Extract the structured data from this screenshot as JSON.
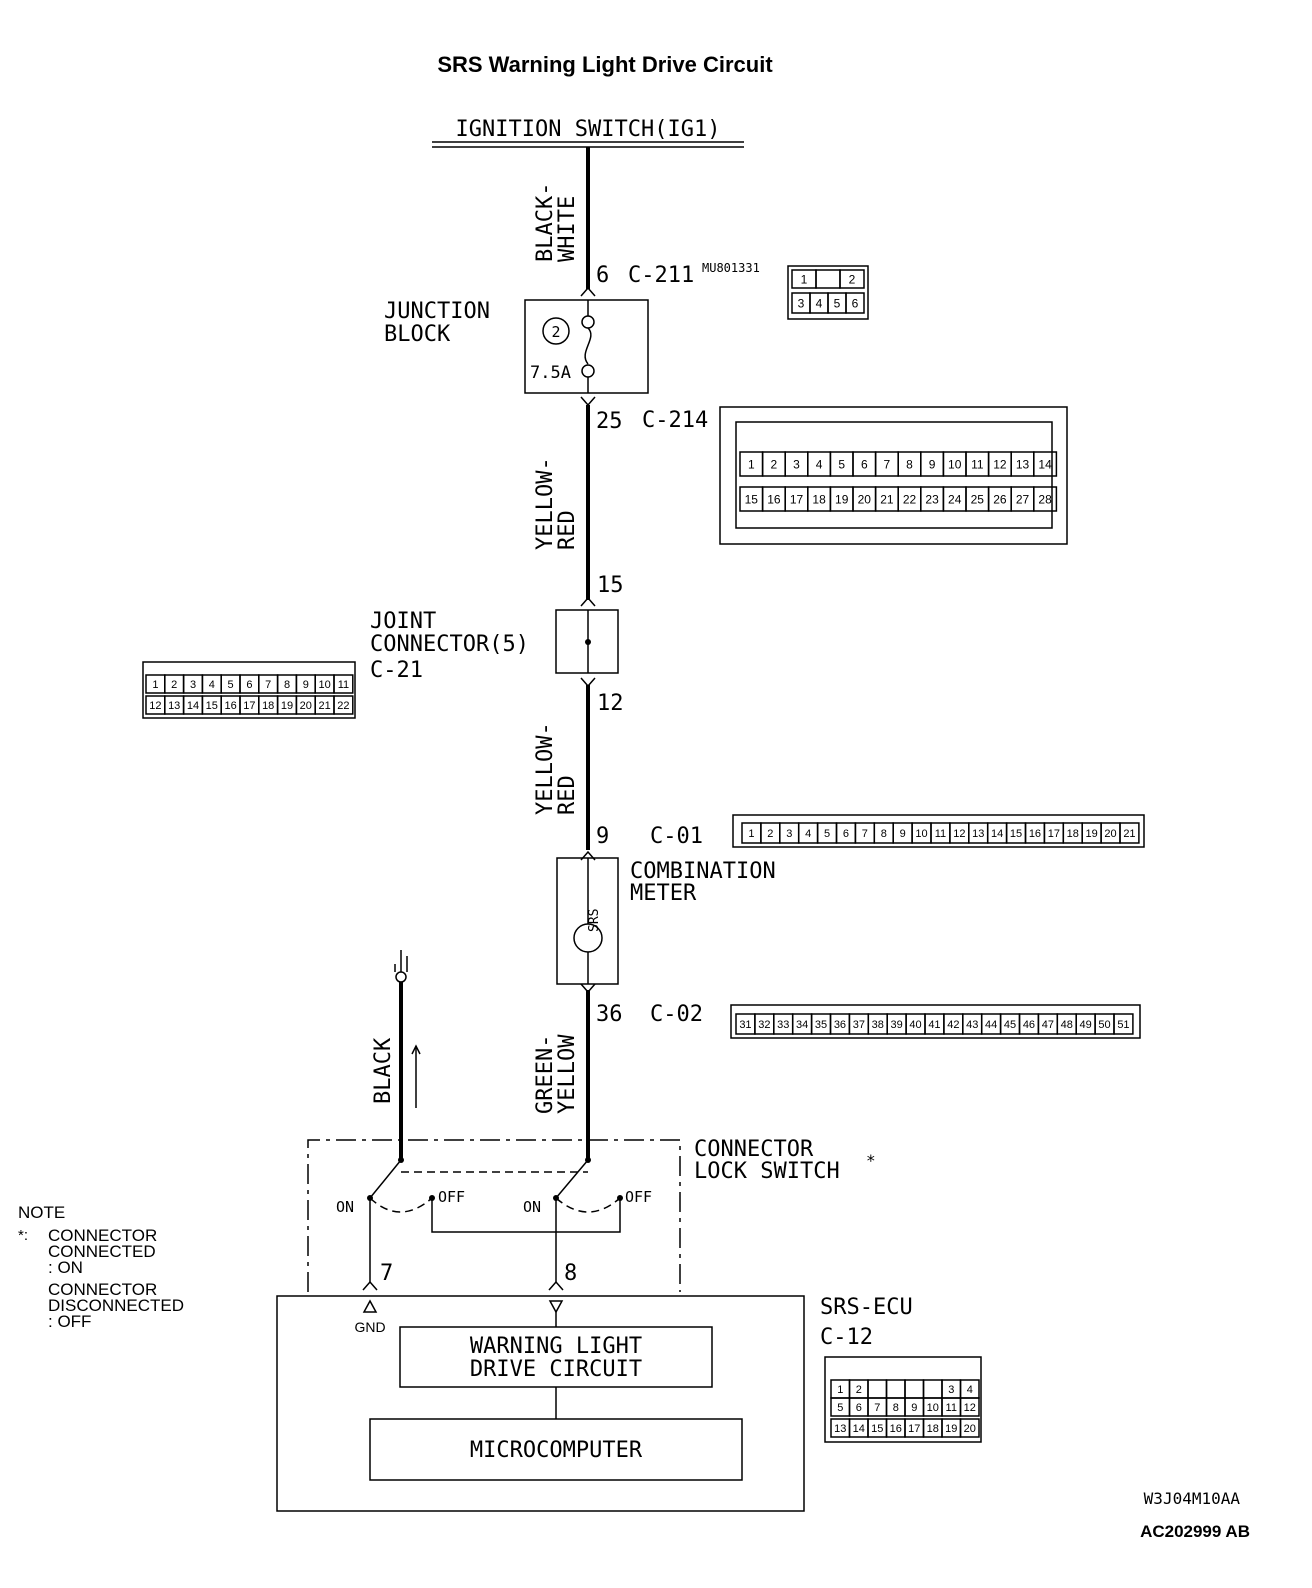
{
  "title": "SRS Warning Light Drive Circuit",
  "top_label": "IGNITION SWITCH(IG1)",
  "wires": {
    "w1": [
      "BLACK-",
      "WHITE"
    ],
    "w2": [
      "YELLOW-",
      "RED"
    ],
    "w3": [
      "YELLOW-",
      "RED"
    ],
    "w4": [
      "GREEN-",
      "YELLOW"
    ],
    "w5": "BLACK"
  },
  "pins": {
    "p6": "6",
    "p25": "25",
    "p15": "15",
    "p12": "12",
    "p9": "9",
    "p36": "36",
    "p7": "7",
    "p8": "8"
  },
  "connectors": {
    "c211": "C-211",
    "mu": "MU801331",
    "c214": "C-214",
    "c21": "C-21",
    "c01": "C-01",
    "c02": "C-02",
    "c12": "C-12"
  },
  "components": {
    "junction_block": [
      "JUNCTION",
      "BLOCK"
    ],
    "fuse_no": "2",
    "fuse_rating": "7.5A",
    "joint_connector": [
      "JOINT",
      "CONNECTOR(5)"
    ],
    "combination_meter": [
      "COMBINATION",
      "METER"
    ],
    "srs_lamp": "SRS",
    "connector_lock_switch": [
      "CONNECTOR",
      "LOCK SWITCH"
    ],
    "srs_ecu": "SRS-ECU",
    "warning_light": [
      "WARNING LIGHT",
      "DRIVE CIRCUIT"
    ],
    "microcomputer": "MICROCOMPUTER",
    "gnd": "GND"
  },
  "switch": {
    "on": "ON",
    "off": "OFF",
    "star": "*"
  },
  "note": {
    "title": "NOTE",
    "star": "*:",
    "lines": [
      "CONNECTOR",
      "CONNECTED",
      ": ON",
      "CONNECTOR",
      "DISCONNECTED",
      ": OFF"
    ]
  },
  "codes": {
    "code1": "W3J04M10AA",
    "code2": "AC202999 AB"
  },
  "pinouts": {
    "c211_top": [
      "1",
      "",
      "2"
    ],
    "c211_bottom": [
      "3",
      "4",
      "5",
      "6"
    ],
    "c214_top": [
      "1",
      "2",
      "3",
      "4",
      "5",
      "6",
      "7",
      "8",
      "9",
      "10",
      "11",
      "12",
      "13",
      "14"
    ],
    "c214_bottom": [
      "15",
      "16",
      "17",
      "18",
      "19",
      "20",
      "21",
      "22",
      "23",
      "24",
      "25",
      "26",
      "27",
      "28"
    ],
    "c21_top": [
      "1",
      "2",
      "3",
      "4",
      "5",
      "6",
      "7",
      "8",
      "9",
      "10",
      "11"
    ],
    "c21_bottom": [
      "12",
      "13",
      "14",
      "15",
      "16",
      "17",
      "18",
      "19",
      "20",
      "21",
      "22"
    ],
    "c01": [
      "1",
      "2",
      "3",
      "4",
      "5",
      "6",
      "7",
      "8",
      "9",
      "10",
      "11",
      "12",
      "13",
      "14",
      "15",
      "16",
      "17",
      "18",
      "19",
      "20",
      "21"
    ],
    "c02": [
      "31",
      "32",
      "33",
      "34",
      "35",
      "36",
      "37",
      "38",
      "39",
      "40",
      "41",
      "42",
      "43",
      "44",
      "45",
      "46",
      "47",
      "48",
      "49",
      "50",
      "51"
    ],
    "c12_row1": [
      "1",
      "2",
      "",
      "",
      "",
      "",
      "3",
      "4"
    ],
    "c12_row2": [
      "5",
      "6",
      "7",
      "8",
      "9",
      "10",
      "11",
      "12"
    ],
    "c12_row3": [
      "13",
      "14",
      "15",
      "16",
      "17",
      "18",
      "19",
      "20"
    ]
  }
}
